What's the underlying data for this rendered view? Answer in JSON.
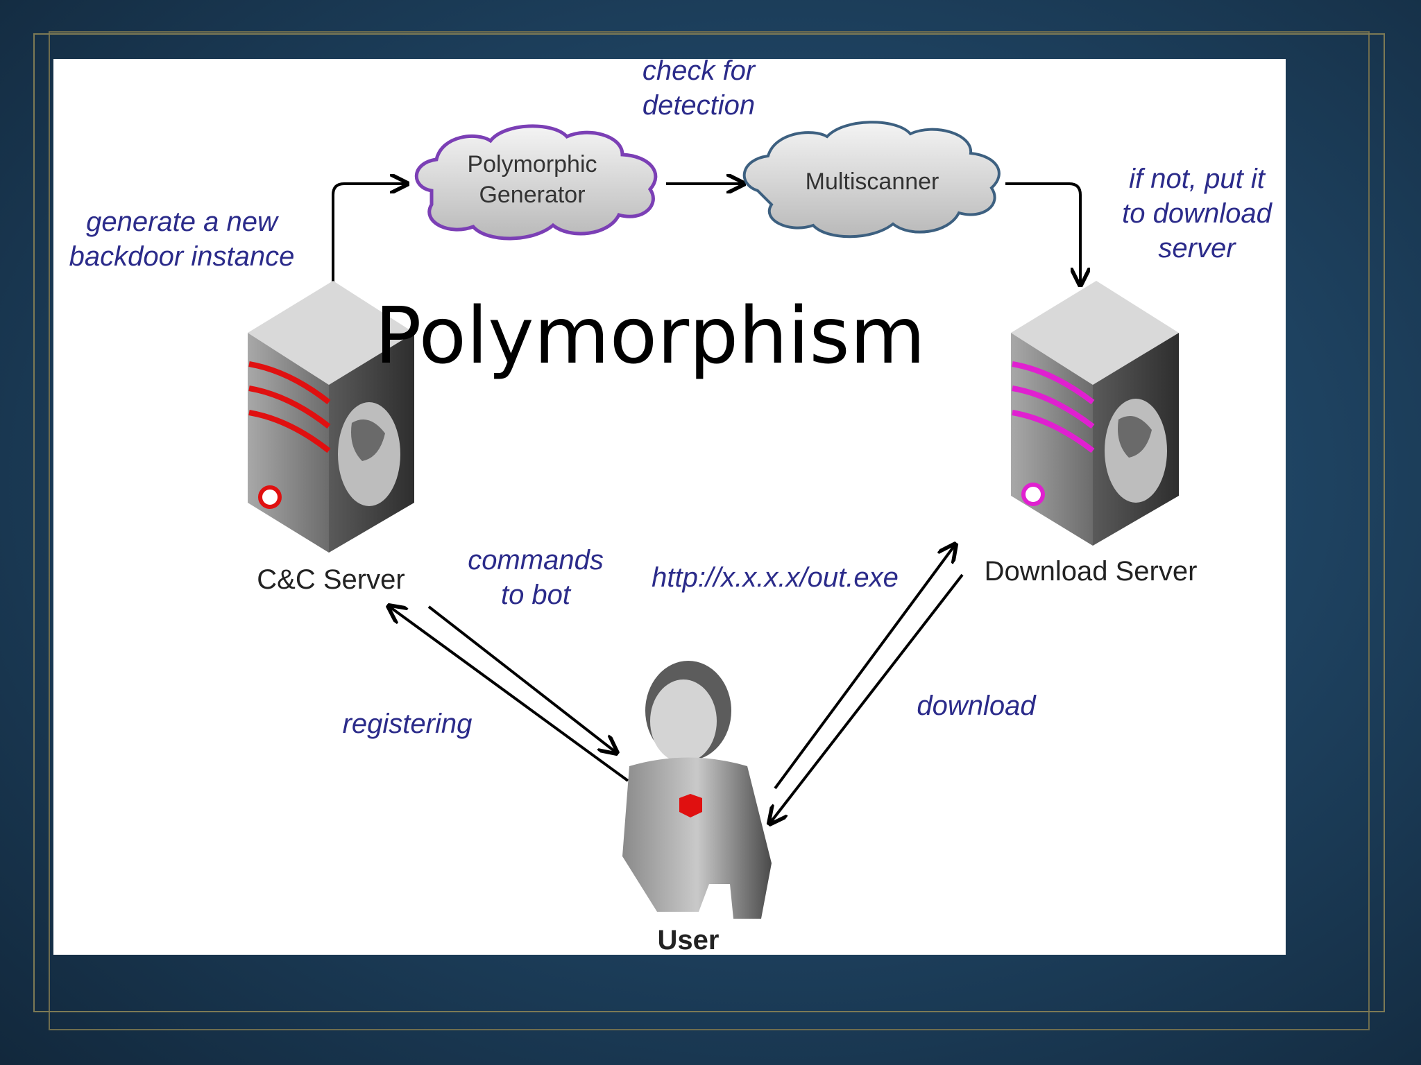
{
  "slide": {
    "title": "Polymorphism"
  },
  "nodes": {
    "polymorphic_generator": "Polymorphic\nGenerator",
    "multiscanner": "Multiscanner",
    "cnc_server": "C&C Server",
    "download_server": "Download Server",
    "user": "User"
  },
  "edges": {
    "generate": "generate a new\nbackdoor instance",
    "check": "check for\ndetection",
    "put": "if not, put it\nto download\nserver",
    "commands": "commands\nto bot",
    "url": "http://x.x.x.x/out.exe",
    "registering": "registering",
    "download": "download"
  },
  "colors": {
    "edge_label": "#2b2b8a",
    "generator_outline": "#7b3fb5",
    "multiscanner_outline": "#3d6080",
    "cnc_stripes": "#e01010",
    "download_stripes": "#e020d0",
    "bot_mark": "#e01010"
  }
}
